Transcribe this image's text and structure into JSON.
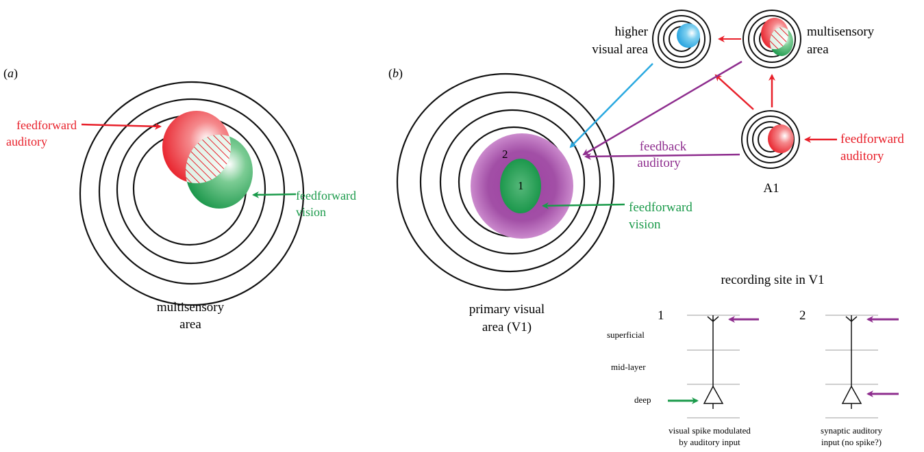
{
  "panel_a": {
    "label": "(a)",
    "caption_line1": "multisensory",
    "caption_line2": "area",
    "auditory_line1": "feedforward",
    "auditory_line2": "auditory",
    "vision_line1": "feedforward",
    "vision_line2": "vision"
  },
  "panel_b": {
    "label": "(b)",
    "v1_caption_line1": "primary visual",
    "v1_caption_line2": "area (V1)",
    "site2_label": "2",
    "site1_label": "1",
    "vision_line1": "feedforward",
    "vision_line2": "vision",
    "feedback_line1": "feedback",
    "feedback_line2": "auditory",
    "higher_line1": "higher",
    "higher_line2": "visual area",
    "multi_line1": "multisensory",
    "multi_line2": "area",
    "a1_label": "A1",
    "a1_input_line1": "feedforward",
    "a1_input_line2": "auditory"
  },
  "recording": {
    "title": "recording site in V1",
    "layer_superficial": "superficial",
    "layer_mid": "mid-layer",
    "layer_deep": "deep",
    "site1_number": "1",
    "site2_number": "2",
    "site1_caption_line1": "visual spike modulated",
    "site1_caption_line2": "by auditory input",
    "site2_caption_line1": "synaptic auditory",
    "site2_caption_line2": "input (no spike?)"
  },
  "colors": {
    "auditory_red": "#e8202a",
    "vision_green": "#1a9a4a",
    "feedback_purple": "#8e2d8e",
    "higher_blue": "#2aa9e0"
  }
}
